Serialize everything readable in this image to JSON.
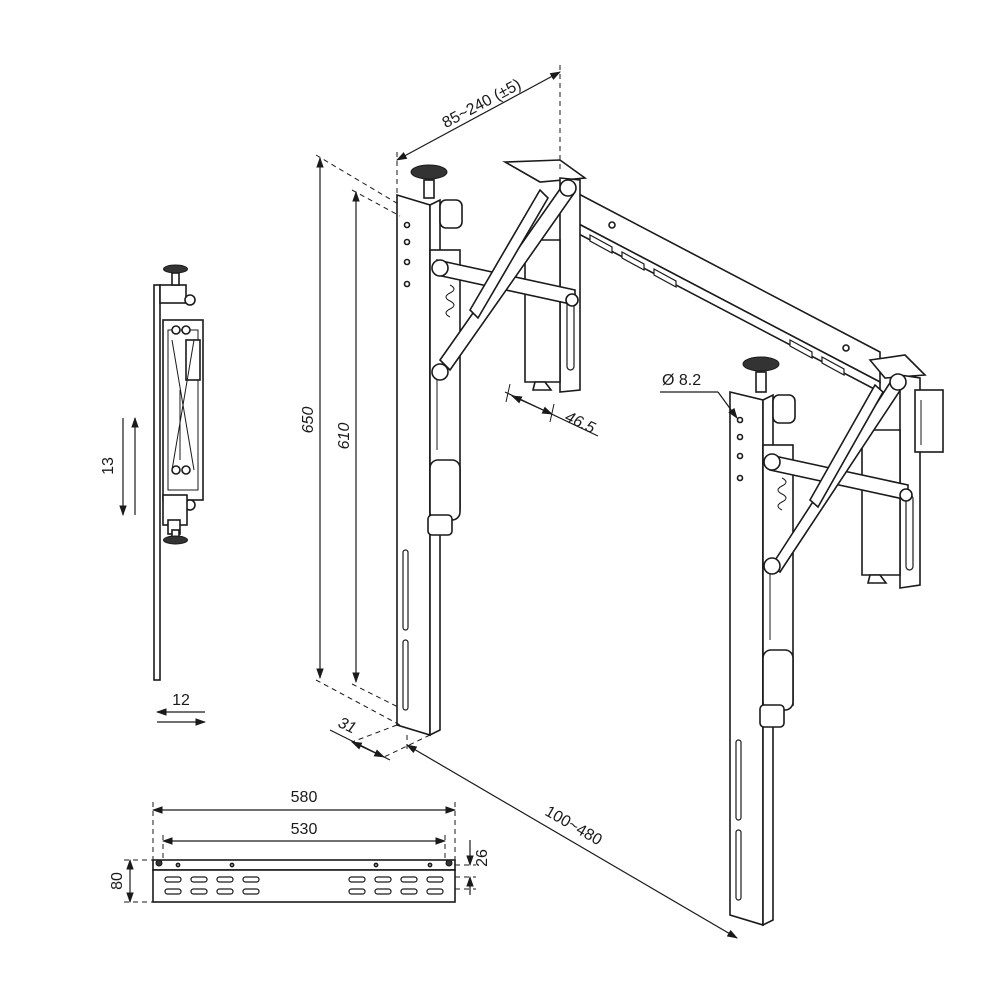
{
  "dimensions": {
    "depth_range": "85~240 (±5)",
    "overall_height": "650",
    "hole_span_height": "610",
    "hole_diameter": "Ø 8.2",
    "arm_offset": "46.5",
    "bottom_depth": "31",
    "spacing_range": "100~480",
    "side_adjust": "13",
    "side_thickness": "12",
    "rail_overall_width": "580",
    "rail_hole_width": "530",
    "rail_height": "80",
    "rail_hole_offset": "26"
  }
}
